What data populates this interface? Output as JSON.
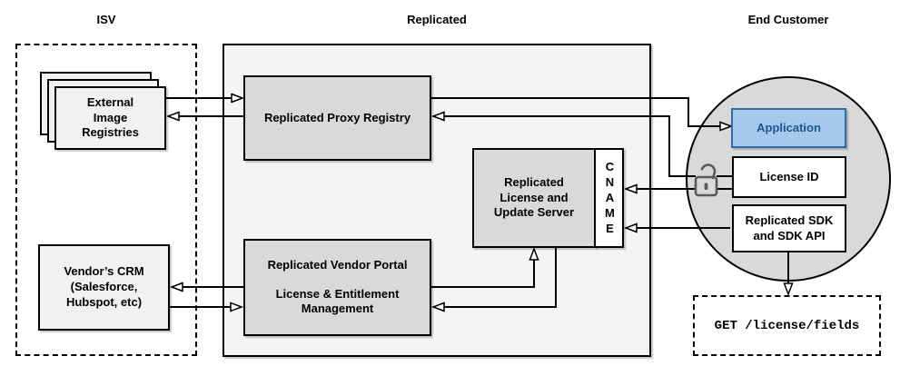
{
  "sections": {
    "isv": {
      "label": "ISV"
    },
    "replicated": {
      "label": "Replicated"
    },
    "end_customer": {
      "label": "End Customer"
    }
  },
  "nodes": {
    "external_image_registries": {
      "label": "External\nImage\nRegistries"
    },
    "vendors_crm": {
      "label": "Vendor’s CRM\n(Salesforce,\nHubspot, etc)"
    },
    "proxy_registry": {
      "label": "Replicated Proxy Registry"
    },
    "vendor_portal": {
      "title": "Replicated Vendor Portal",
      "subtitle": "License & Entitlement\nManagement"
    },
    "license_update_server": {
      "label": "Replicated\nLicense and\nUpdate Server"
    },
    "cname": {
      "label": "CNAME"
    },
    "application": {
      "label": "Application"
    },
    "license_id": {
      "label": "License ID"
    },
    "replicated_sdk": {
      "label": "Replicated SDK\nand SDK API"
    },
    "get_license_fields": {
      "label": "GET /license/fields"
    }
  },
  "icons": {
    "unlock_icon": "open padlock next to License ID"
  },
  "edges": [
    {
      "from": "external_image_registries",
      "to": "proxy_registry"
    },
    {
      "from": "proxy_registry",
      "to": "external_image_registries"
    },
    {
      "from": "proxy_registry",
      "to": "application"
    },
    {
      "from": "license_id",
      "to": "proxy_registry"
    },
    {
      "from": "license_id",
      "to": "cname"
    },
    {
      "from": "replicated_sdk",
      "to": "cname"
    },
    {
      "from": "vendor_portal",
      "to": "license_update_server"
    },
    {
      "from": "license_update_server",
      "to": "vendor_portal"
    },
    {
      "from": "vendor_portal",
      "to": "vendors_crm"
    },
    {
      "from": "vendors_crm",
      "to": "vendor_portal"
    },
    {
      "from": "replicated_sdk",
      "to": "get_license_fields"
    }
  ],
  "colors": {
    "node_fill": "#d9d9d9",
    "container_fill": "#f4f4f4",
    "light_node_fill": "#f1f1f1",
    "application_fill": "#a6c8ea",
    "application_border": "#2e6da4",
    "application_text": "#1a5794",
    "line": "#000000",
    "lock_icon": "#595959",
    "circle_fill": "#d9d9d9"
  }
}
